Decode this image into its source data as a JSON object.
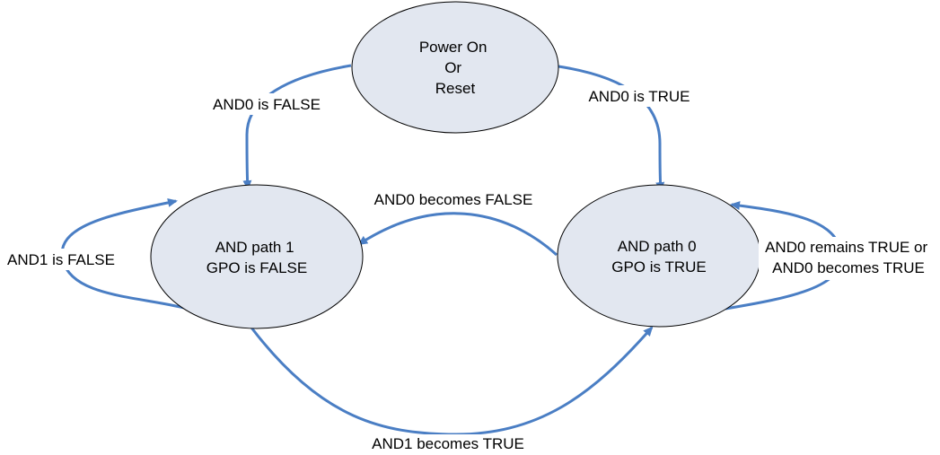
{
  "colors": {
    "state_fill": "#e2e7f0",
    "state_stroke": "#000000",
    "arrow": "#4a7ec4",
    "background": "#ffffff"
  },
  "diagram": {
    "type": "state-machine",
    "states": {
      "power_on": {
        "lines": [
          "Power On",
          "Or",
          "Reset"
        ]
      },
      "and_path_1": {
        "lines": [
          "AND path 1",
          "GPO is FALSE"
        ]
      },
      "and_path_0": {
        "lines": [
          "AND path 0",
          "GPO is TRUE"
        ]
      }
    },
    "transitions": {
      "power_to_path1": {
        "from": "power_on",
        "to": "and_path_1",
        "label": "AND0 is FALSE"
      },
      "power_to_path0": {
        "from": "power_on",
        "to": "and_path_0",
        "label": "AND0 is TRUE"
      },
      "path0_to_path1": {
        "from": "and_path_0",
        "to": "and_path_1",
        "label": "AND0 becomes FALSE"
      },
      "path1_self": {
        "from": "and_path_1",
        "to": "and_path_1",
        "label": "AND1 is FALSE"
      },
      "path0_self": {
        "from": "and_path_0",
        "to": "and_path_0",
        "label_lines": [
          "AND0 remains TRUE or",
          "AND0 becomes TRUE"
        ]
      },
      "path1_to_path0": {
        "from": "and_path_1",
        "to": "and_path_0",
        "label": "AND1 becomes TRUE"
      }
    }
  }
}
